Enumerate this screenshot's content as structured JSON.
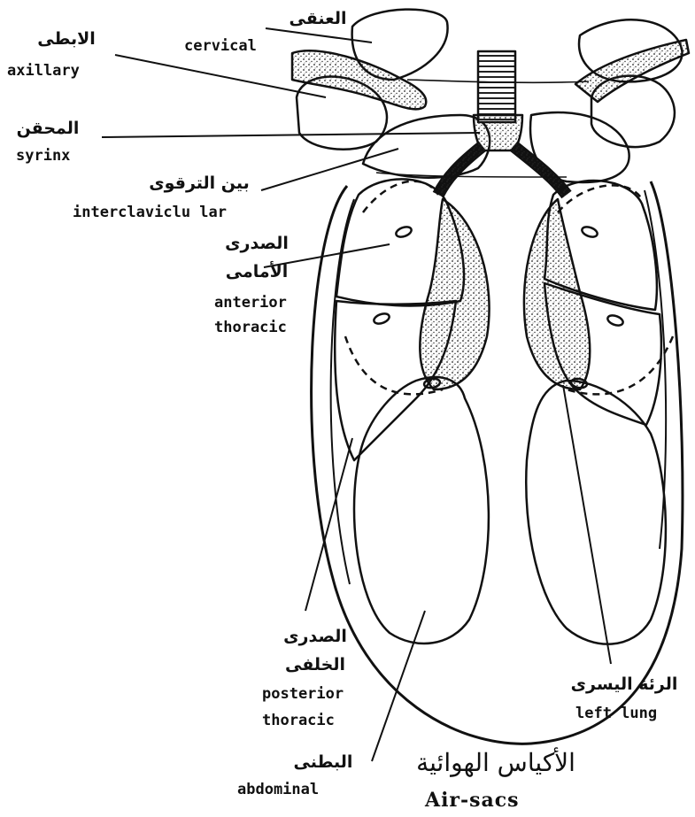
{
  "labels": {
    "cervical": {
      "ar": "العنقى",
      "en": "cervical"
    },
    "axillary": {
      "ar": "الابطى",
      "en": "axillary"
    },
    "syrinx": {
      "ar": "المحقن",
      "en": "syrinx"
    },
    "interclavicular": {
      "ar": "بين الترقوى",
      "en": "interclaviclu lar"
    },
    "anterior_thoracic": {
      "ar1": "الصدرى",
      "ar2": "الأمامى",
      "en1": "anterior",
      "en2": "thoracic"
    },
    "posterior_thoracic": {
      "ar1": "الصدرى",
      "ar2": "الخلفى",
      "en1": "posterior",
      "en2": "thoracic"
    },
    "left_lung": {
      "ar": "الرئة اليسرى",
      "en": "left lung"
    },
    "abdominal": {
      "ar": "البطنى",
      "en": "abdominal"
    }
  },
  "title": {
    "ar": "الأكياس الهوائية",
    "en": "Air-sacs"
  }
}
